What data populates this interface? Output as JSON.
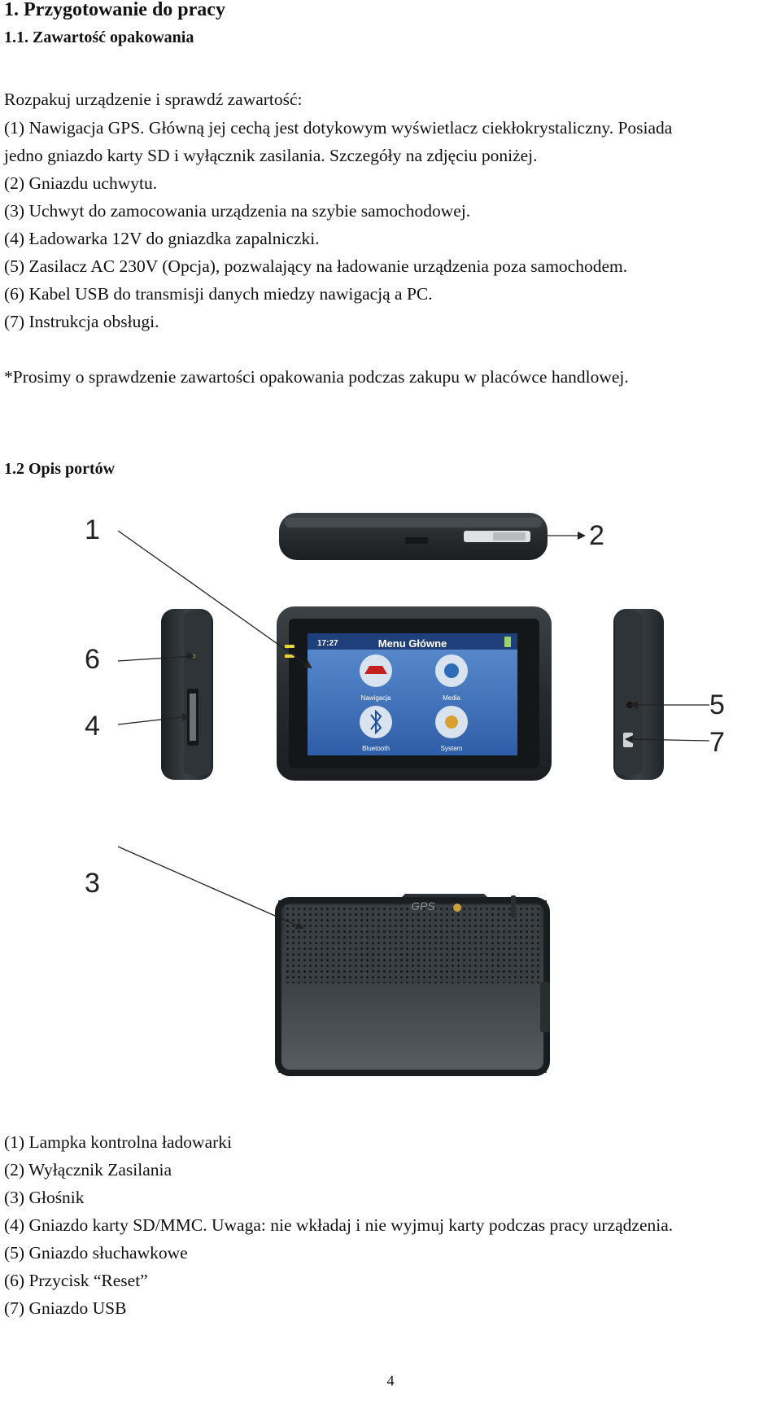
{
  "section1": {
    "title": "1. Przygotowanie do pracy",
    "subtitle": "1.1. Zawartość opakowania"
  },
  "intro": "Rozpakuj urządzenie i sprawdź zawartość:",
  "contents": [
    "(1) Nawigacja GPS. Główną jej cechą jest dotykowym wyświetlacz ciekłokrystaliczny. Posiada",
    "jedno gniazdo karty SD i wyłącznik zasilania. Szczegóły na zdjęciu poniżej.",
    "(2) Gniazdu uchwytu.",
    "(3) Uchwyt do zamocowania urządzenia na szybie samochodowej.",
    "(4) Ładowarka 12V do gniazdka zapalniczki.",
    "(5) Zasilacz AC 230V (Opcja), pozwalający na ładowanie urządzenia poza samochodem.",
    "(6) Kabel USB do transmisji danych miedzy nawigacją a PC.",
    "(7) Instrukcja obsługi."
  ],
  "note": "*Prosimy o sprawdzenie zawartości opakowania podczas zakupu w placówce handlowej.",
  "section2_title": "1.2 Opis portów",
  "figure": {
    "callouts": [
      "1",
      "2",
      "3",
      "4",
      "5",
      "6",
      "7"
    ],
    "screen_time": "17:27",
    "screen_title": "Menu Główne",
    "menu_items": [
      "Nawigacja",
      "Media",
      "Bluetooth",
      "System"
    ],
    "back_logo": "GPS"
  },
  "ports": [
    " (1) Lampka kontrolna ładowarki",
    "(2) Wyłącznik Zasilania",
    "(3) Głośnik",
    "(4) Gniazdo karty SD/MMC. Uwaga: nie wkładaj i nie wyjmuj karty podczas pracy urządzenia.",
    "(5) Gniazdo słuchawkowe",
    "(6) Przycisk “Reset”",
    "(7) Gniazdo USB"
  ],
  "page_number": "4"
}
